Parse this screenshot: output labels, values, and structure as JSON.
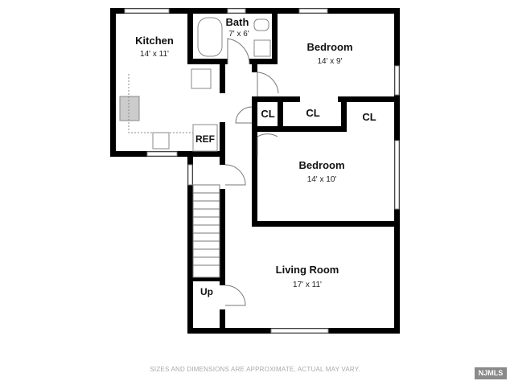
{
  "rooms": {
    "kitchen": {
      "name": "Kitchen",
      "size": "14' x 11'"
    },
    "bath": {
      "name": "Bath",
      "size": "7' x 6'"
    },
    "bedroom1": {
      "name": "Bedroom",
      "size": "14' x 9'"
    },
    "bedroom2": {
      "name": "Bedroom",
      "size": "14' x 10'"
    },
    "living": {
      "name": "Living Room",
      "size": "17' x 11'"
    },
    "closets": [
      "CL",
      "CL",
      "CL"
    ],
    "ref": "REF",
    "stairs": "Up"
  },
  "disclaimer": "SIZES AND DIMENSIONS ARE APPROXIMATE, ACTUAL MAY VARY.",
  "logo": "NJMLS",
  "colors": {
    "wall": "#000000",
    "fixture": "#888888"
  }
}
